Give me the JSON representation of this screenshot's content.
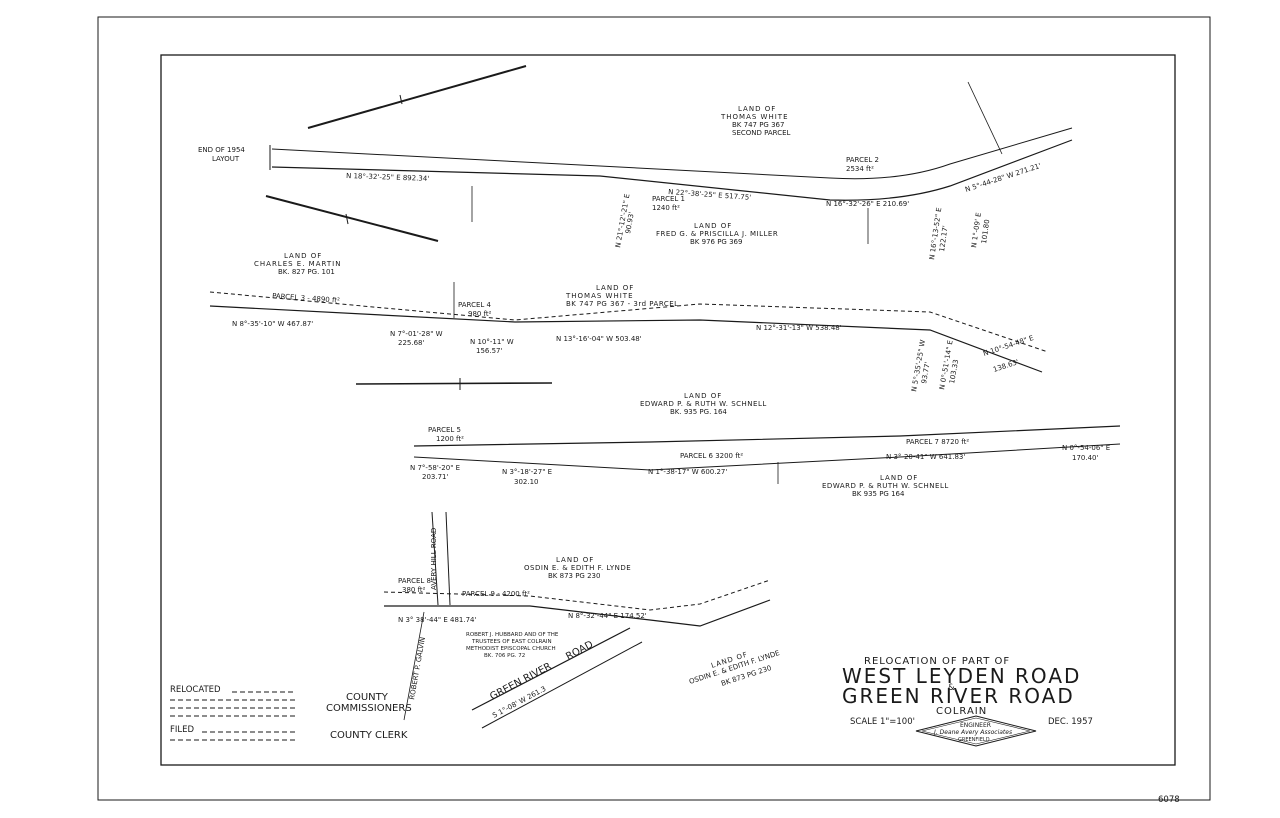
{
  "sheet_number": "6078",
  "title": {
    "line1": "RELOCATION OF PART OF",
    "line2": "WEST LEYDEN ROAD",
    "amp": "&",
    "line3": "GREEN RIVER ROAD",
    "town": "COLRAIN",
    "scale": "SCALE 1\"=100'",
    "date": "DEC. 1957",
    "stamp": [
      "ENGINEER",
      "J. Deane Avery Associates",
      "GREENFIELD"
    ]
  },
  "legend": {
    "relocated": "RELOCATED",
    "filed": "FILED",
    "county_commissioners": [
      "COUNTY",
      "COMMISSIONERS"
    ],
    "county_clerk": "COUNTY CLERK"
  },
  "section1": {
    "end_of_layout": [
      "END OF 1954",
      "LAYOUT"
    ],
    "land_white": [
      "LAND OF",
      "THOMAS WHITE",
      "BK 747 PG 367",
      "SECOND PARCEL"
    ],
    "parcel2": [
      "PARCEL 2",
      "2534 ft²"
    ],
    "parcel1": [
      "PARCEL 1",
      "1240 ft²"
    ],
    "land_miller": [
      "LAND OF",
      "FRED G. & PRISCILLA J. MILLER",
      "BK 976 PG 369"
    ],
    "bearings": [
      "N 18°-32'-25\" E   892.34'",
      "N 22°-38'-25\" E   517.75'",
      "N 16°-32'-26\" E  210.69'",
      "N 5°-44-28\" W  271.21'"
    ],
    "ties": [
      "N 21°-12'-21\" E",
      "90.93'",
      "N 16°-13-52\" E",
      "122.17'",
      "N 1°-09' E",
      "101.80"
    ]
  },
  "section2": {
    "land_martin": [
      "LAND OF",
      "CHARLES E. MARTIN",
      "BK. 827 PG. 101"
    ],
    "parcel3": "PARCEL 3 - 4890 ft²",
    "parcel4": [
      "PARCEL 4",
      "980 ft²"
    ],
    "land_white": [
      "LAND OF",
      "THOMAS WHITE",
      "BK 747 PG 367 - 3rd PARCEL"
    ],
    "bearings": [
      "N 8°-35'-10\" W  467.87'",
      "N 7°-01'-28\" W",
      "225.68'",
      "N 10°-11\" W",
      "156.57'",
      "N 13°-16'-04\" W  503.48'",
      "N 12°-31'-13\" W  538.48'",
      "N 10°-54-48\" E",
      "138.63'"
    ],
    "ties": [
      "N 5°-35'-25\" W",
      "93.77'",
      "N 0°-51'-14\" E",
      "103.33"
    ]
  },
  "section3": {
    "land_schnell_top": [
      "LAND OF",
      "EDWARD P. & RUTH W. SCHNELL",
      "BK. 935 PG. 164"
    ],
    "parcel5": [
      "PARCEL 5",
      "1200 ft²"
    ],
    "parcel6": "PARCEL 6  3200 ft²",
    "parcel7": "PARCEL 7  8720 ft²",
    "bearings": [
      "N 7°-58'-20\" E",
      "203.71'",
      "N 3°-18'-27\" E",
      "302.10",
      "N 1°-38-17\" W  600.27'",
      "N 3°-20-41\" W  641.83'",
      "N 0°-54-06\" E",
      "170.40'"
    ],
    "land_schnell_bottom": [
      "LAND OF",
      "EDWARD P. & RUTH W. SCHNELL",
      "BK 935 PG 164"
    ]
  },
  "section4": {
    "avery_hill": "AVERY HILL ROAD",
    "land_lynde_top": [
      "LAND OF",
      "OSDIN E. & EDITH F. LYNDE",
      "BK 873 PG 230"
    ],
    "parcel8": [
      "PARCEL 8",
      "380 ft²"
    ],
    "parcel9": "PARCEL 9 - 4200 ft²",
    "bearings": [
      "N 3° 38'-44\" E  481.74'",
      "N 8°-32'-44\" E 174.52'"
    ],
    "hubbard": [
      "ROBERT J. HUBBARD AND OF THE",
      "TRUSTEES OF EAST COLRAIN",
      "METHODIST EPISCOPAL CHURCH",
      "BK. 706  PG. 72"
    ],
    "green_river": "GREEN RIVER",
    "road": "ROAD",
    "robert_galvin": "ROBERT P. GALVIN",
    "sw_bearing": "S 1°-08' W  261.3",
    "land_lynde_bottom": [
      "LAND OF",
      "OSDIN E. & EDITH F. LYNDE",
      "BK 873 PG 230"
    ]
  }
}
